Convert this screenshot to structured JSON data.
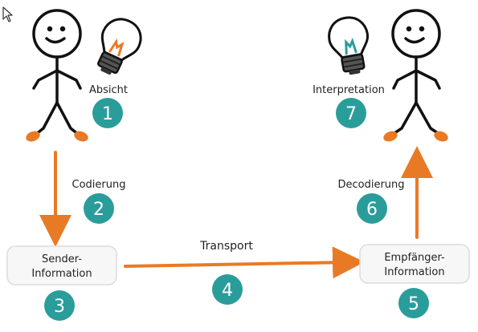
{
  "colors": {
    "teal": "#2a9d9b",
    "orange": "#e97a25",
    "ink": "#111111",
    "box_fill": "#f7f7f7",
    "box_stroke": "#dcdcdc"
  },
  "labels": {
    "absicht": "Absicht",
    "codierung": "Codierung",
    "transport": "Transport",
    "decodierung": "Decodierung",
    "interpretation": "Interpretation"
  },
  "boxes": {
    "sender": {
      "line1": "Sender-",
      "line2": "Information"
    },
    "receiver": {
      "line1": "Empfänger-",
      "line2": "Information"
    }
  },
  "badges": {
    "b1": "1",
    "b2": "2",
    "b3": "3",
    "b4": "4",
    "b5": "5",
    "b6": "6",
    "b7": "7"
  },
  "icons": {
    "cursor": "mouse-pointer-icon",
    "bulb_left": "light-bulb-icon",
    "bulb_right": "light-bulb-icon"
  }
}
